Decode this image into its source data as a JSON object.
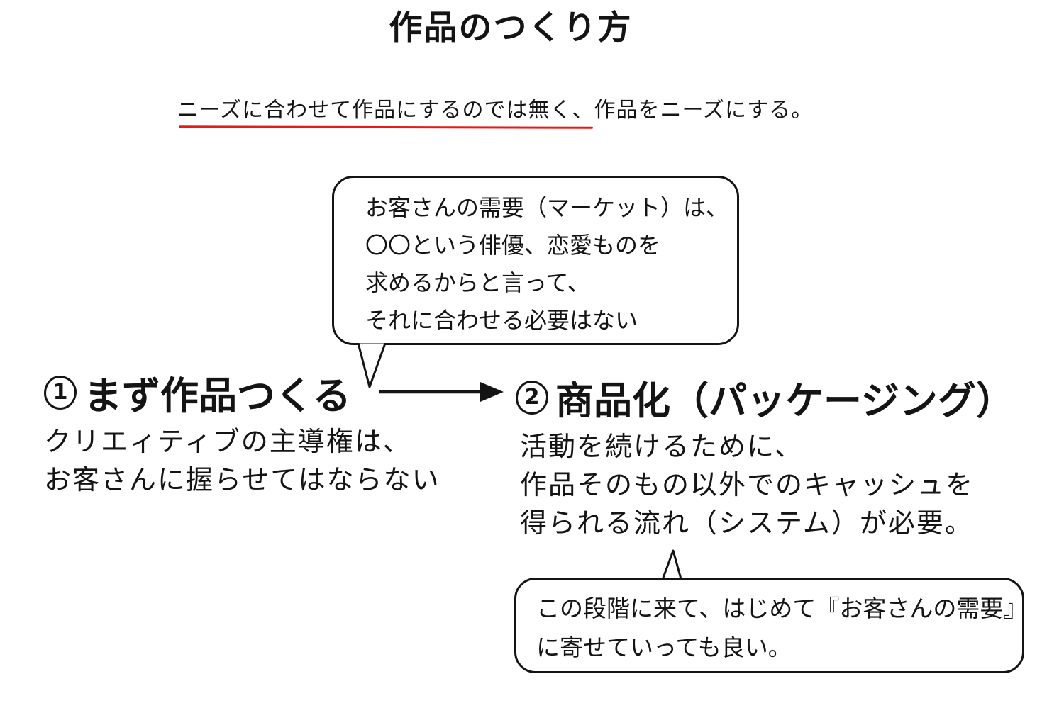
{
  "colors": {
    "ink": "#141414",
    "red": "#e81a18",
    "bg": "#ffffff"
  },
  "title": "作品のつくり方",
  "subtitle": {
    "underlined_text": "ニーズに合わせて作品にするのでは無く、",
    "rest_text": "作品をニーズにする。"
  },
  "top_bubble": {
    "lines": {
      "0": "お客さんの需要（マーケット）は、",
      "1": "〇〇という俳優、恋愛ものを",
      "2": "求めるからと言って、",
      "3": "それに合わせる必要はない"
    }
  },
  "step1": {
    "number": "1",
    "heading": "まず作品つくる",
    "body": {
      "0": "クリエィティブの主導権は、",
      "1": "お客さんに握らせてはならない"
    }
  },
  "step2": {
    "number": "2",
    "heading": "商品化（パッケージング）",
    "body": {
      "0": "活動を続けるために、",
      "1": "作品そのもの以外でのキャッシュを",
      "2": "得られる流れ（システム）が必要。"
    }
  },
  "bottom_bubble": {
    "lines": {
      "0": "この段階に来て、はじめて『お客さんの需要』",
      "1": "に寄せていっても良い。"
    }
  },
  "arrow": {
    "direction": "right"
  }
}
